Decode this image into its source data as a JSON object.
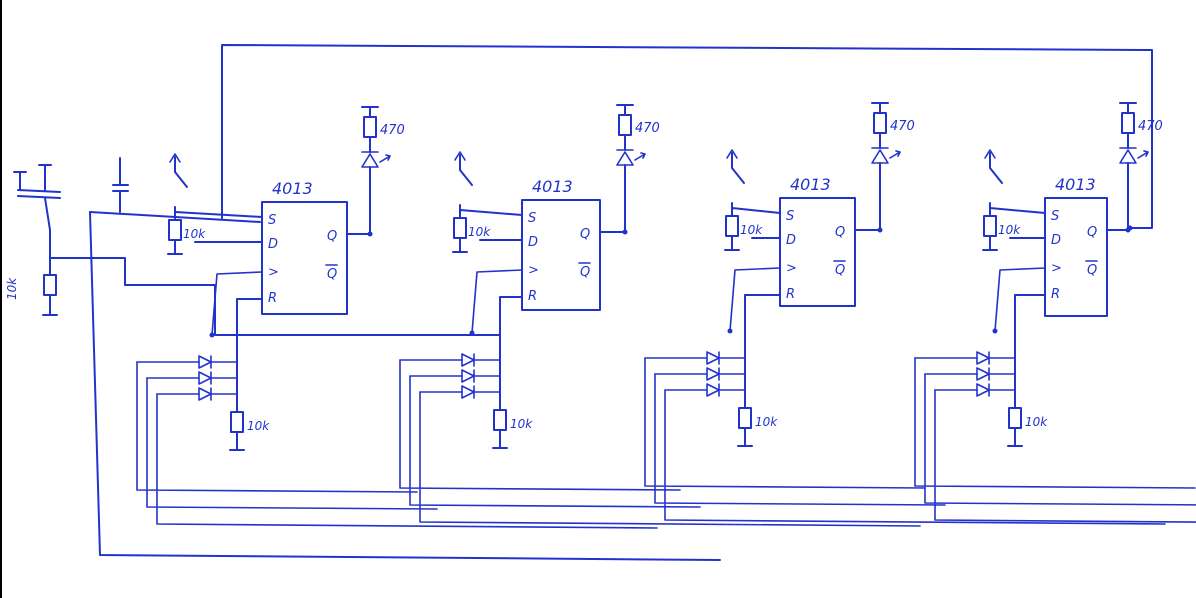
{
  "ink_color": "#2233cc",
  "chip_label": "4013",
  "chips": [
    {
      "pins": [
        "S",
        "D",
        ">",
        "R",
        "Q",
        "Q"
      ]
    },
    {
      "pins": [
        "S",
        "D",
        ">",
        "R",
        "Q",
        "Q"
      ]
    },
    {
      "pins": [
        "S",
        "D",
        ">",
        "R",
        "Q",
        "Q"
      ]
    },
    {
      "pins": [
        "S",
        "D",
        ">",
        "R",
        "Q",
        "Q"
      ]
    }
  ],
  "resistor_labels": {
    "led": [
      "470",
      "470",
      "470",
      "470"
    ],
    "pullup": [
      "10k",
      "10k",
      "10k",
      "10k"
    ],
    "diode": [
      "10k",
      "10k",
      "10k",
      "10k"
    ],
    "input": "10k"
  }
}
